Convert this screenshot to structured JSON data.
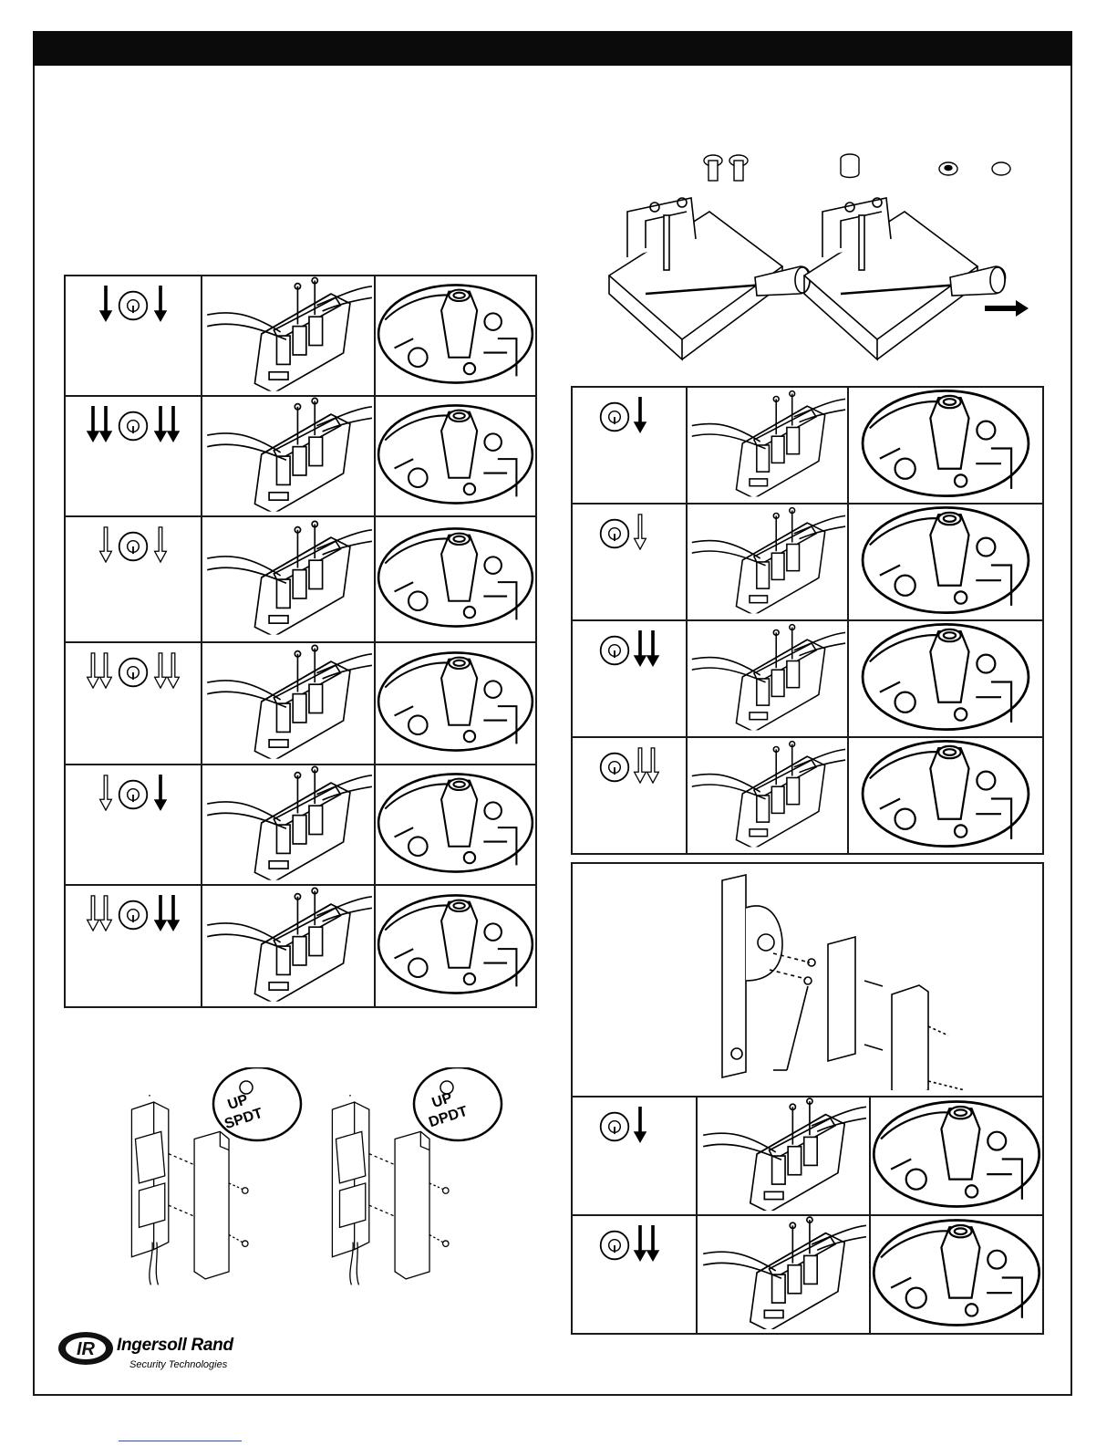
{
  "brand": {
    "logo_mark": "IR",
    "name": "Ingersoll Rand",
    "division": "Security Technologies"
  },
  "labels": {
    "spdt_up": "UP",
    "spdt_type": "SPDT",
    "dpdt_up": "UP",
    "dpdt_type": "DPDT"
  },
  "icons": {
    "key_cylinder": "key-cylinder-icon",
    "solid_arrow": "solid-down-arrow-icon",
    "hollow_arrow": "hollow-down-arrow-icon",
    "screwdriver": "screwdriver-icon",
    "switch_assembly": "switch-assembly-icon",
    "housing_detail": "housing-detail-icon"
  },
  "left_table_rows": [
    {
      "left": "solid",
      "right": "solid",
      "count": 1
    },
    {
      "left": "solid",
      "right": "solid",
      "count": 2
    },
    {
      "left": "hollow",
      "right": "hollow",
      "count": 1
    },
    {
      "left": "hollow",
      "right": "hollow",
      "count": 2
    },
    {
      "left": "hollow",
      "right": "solid",
      "count": 1
    },
    {
      "left": "hollow",
      "right": "solid",
      "count": 2
    }
  ],
  "right_table_rows": [
    {
      "right": "solid",
      "count": 1
    },
    {
      "right": "hollow",
      "count": 1
    },
    {
      "right": "solid",
      "count": 2
    },
    {
      "right": "hollow",
      "count": 2
    }
  ],
  "bottom_table_rows": [
    {
      "right": "solid",
      "count": 1
    },
    {
      "right": "solid",
      "count": 2
    }
  ]
}
